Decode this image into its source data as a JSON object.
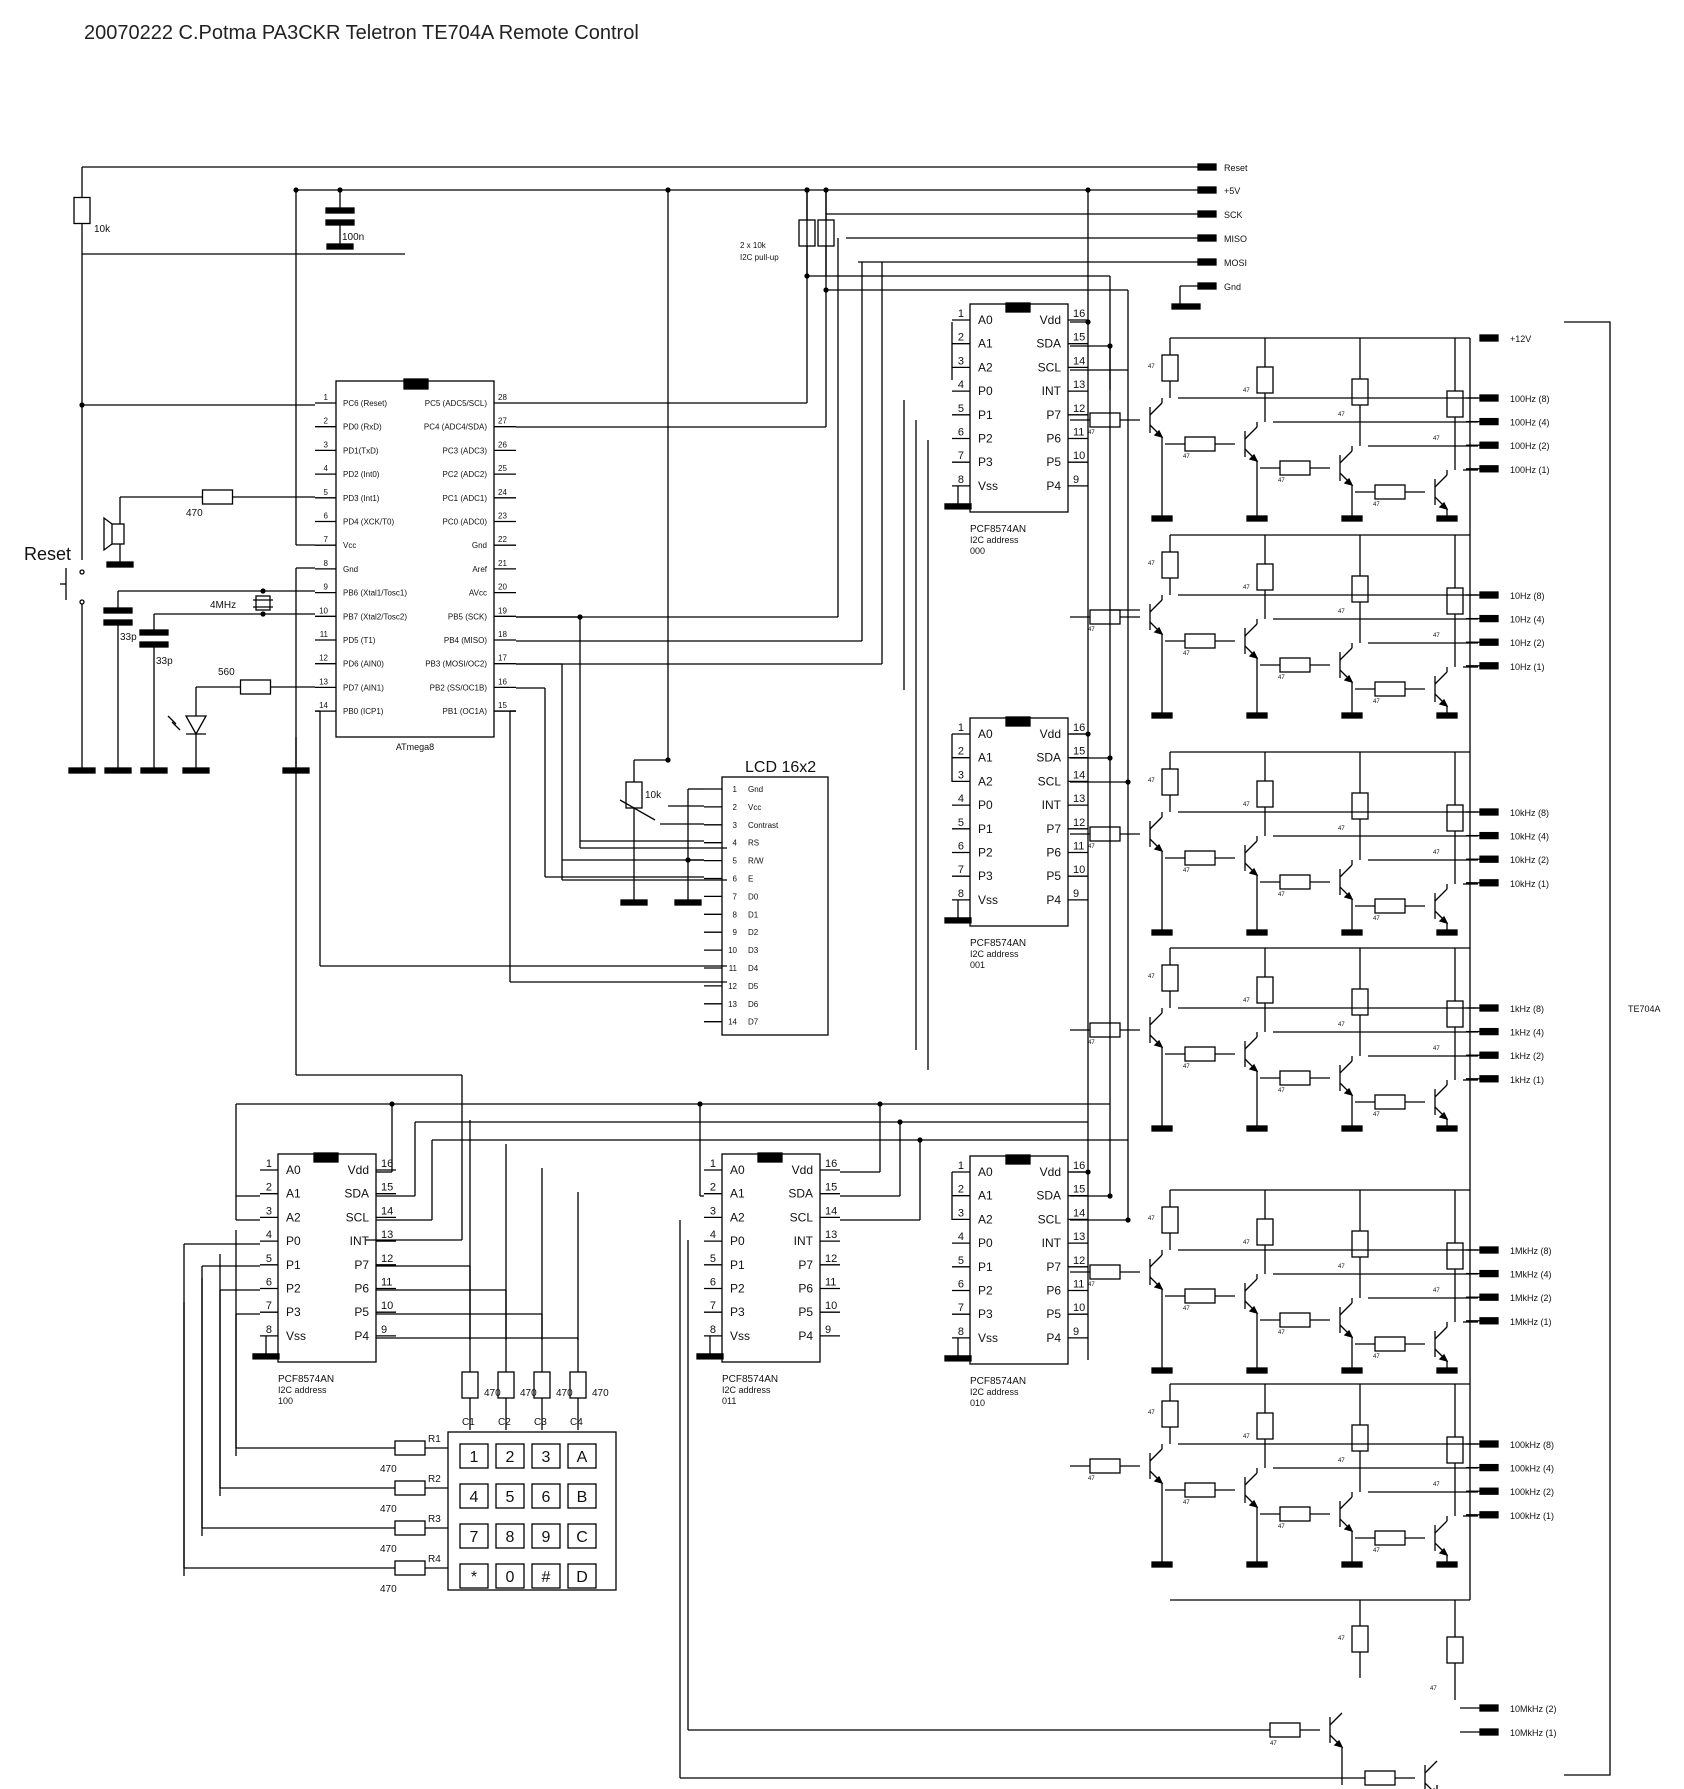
{
  "title": "20070222 C.Potma PA3CKR   Teletron TE704A Remote Control",
  "header_pins": [
    "Reset",
    "+5V",
    "SCK",
    "MISO",
    "MOSI",
    "Gnd"
  ],
  "pullup_label": [
    "2 x 10k",
    "I2C pull-up"
  ],
  "components": {
    "reset_resistor": "10k",
    "decoupling_cap": "100n",
    "buzzer_resistor": "470",
    "reset_button": "Reset",
    "crystal": "4MHz",
    "xtal_caps": [
      "33p",
      "33p"
    ],
    "led_resistor": "560",
    "contrast_pot": "10k"
  },
  "mcu": {
    "name": "ATmega8",
    "left": [
      {
        "n": "1",
        "l": "PC6 (Reset)"
      },
      {
        "n": "2",
        "l": "PD0 (RxD)"
      },
      {
        "n": "3",
        "l": "PD1(TxD)"
      },
      {
        "n": "4",
        "l": "PD2 (Int0)"
      },
      {
        "n": "5",
        "l": "PD3 (Int1)"
      },
      {
        "n": "6",
        "l": "PD4 (XCK/T0)"
      },
      {
        "n": "7",
        "l": "Vcc"
      },
      {
        "n": "8",
        "l": "Gnd"
      },
      {
        "n": "9",
        "l": "PB6 (Xtal1/Tosc1)"
      },
      {
        "n": "10",
        "l": "PB7 (Xtal2/Tosc2)"
      },
      {
        "n": "11",
        "l": "PD5 (T1)"
      },
      {
        "n": "12",
        "l": "PD6 (AIN0)"
      },
      {
        "n": "13",
        "l": "PD7 (AIN1)"
      },
      {
        "n": "14",
        "l": "PB0 (ICP1)"
      }
    ],
    "right": [
      {
        "n": "28",
        "l": "PC5 (ADC5/SCL)"
      },
      {
        "n": "27",
        "l": "PC4 (ADC4/SDA)"
      },
      {
        "n": "26",
        "l": "PC3 (ADC3)"
      },
      {
        "n": "25",
        "l": "PC2 (ADC2)"
      },
      {
        "n": "24",
        "l": "PC1 (ADC1)"
      },
      {
        "n": "23",
        "l": "PC0 (ADC0)"
      },
      {
        "n": "22",
        "l": "Gnd"
      },
      {
        "n": "21",
        "l": "Aref"
      },
      {
        "n": "20",
        "l": "AVcc"
      },
      {
        "n": "19",
        "l": "PB5 (SCK)"
      },
      {
        "n": "18",
        "l": "PB4 (MISO)"
      },
      {
        "n": "17",
        "l": "PB3 (MOSI/OC2)"
      },
      {
        "n": "16",
        "l": "PB2 (SS/OC1B)"
      },
      {
        "n": "15",
        "l": "PB1 (OC1A)"
      }
    ]
  },
  "lcd": {
    "title": "LCD 16x2",
    "pins": [
      {
        "n": "1",
        "l": "Gnd"
      },
      {
        "n": "2",
        "l": "Vcc"
      },
      {
        "n": "3",
        "l": "Contrast"
      },
      {
        "n": "4",
        "l": "RS"
      },
      {
        "n": "5",
        "l": "R/W"
      },
      {
        "n": "6",
        "l": "E"
      },
      {
        "n": "7",
        "l": "D0"
      },
      {
        "n": "8",
        "l": "D1"
      },
      {
        "n": "9",
        "l": "D2"
      },
      {
        "n": "10",
        "l": "D3"
      },
      {
        "n": "11",
        "l": "D4"
      },
      {
        "n": "12",
        "l": "D5"
      },
      {
        "n": "13",
        "l": "D6"
      },
      {
        "n": "14",
        "l": "D7"
      }
    ]
  },
  "pcf_pins": {
    "left": [
      {
        "n": "1",
        "l": "A0"
      },
      {
        "n": "2",
        "l": "A1"
      },
      {
        "n": "3",
        "l": "A2"
      },
      {
        "n": "4",
        "l": "P0"
      },
      {
        "n": "5",
        "l": "P1"
      },
      {
        "n": "6",
        "l": "P2"
      },
      {
        "n": "7",
        "l": "P3"
      },
      {
        "n": "8",
        "l": "Vss"
      }
    ],
    "right": [
      {
        "n": "16",
        "l": "Vdd"
      },
      {
        "n": "15",
        "l": "SDA"
      },
      {
        "n": "14",
        "l": "SCL"
      },
      {
        "n": "13",
        "l": "INT"
      },
      {
        "n": "12",
        "l": "P7"
      },
      {
        "n": "11",
        "l": "P6"
      },
      {
        "n": "10",
        "l": "P5"
      },
      {
        "n": "9",
        "l": "P4"
      }
    ]
  },
  "expanders": [
    {
      "name": "PCF8574AN",
      "line": "I2C address",
      "addr": "000"
    },
    {
      "name": "PCF8574AN",
      "line": "I2C address",
      "addr": "001"
    },
    {
      "name": "PCF8574AN",
      "line": "I2C address",
      "addr": "010"
    },
    {
      "name": "PCF8574AN",
      "line": "I2C address",
      "addr": "100"
    },
    {
      "name": "PCF8574AN",
      "line": "I2C address",
      "addr": "011"
    }
  ],
  "driver_resistor": "47",
  "supply_label": "+12V",
  "te704a_label": "TE704A",
  "outputs": [
    [
      "100Hz (8)",
      "100Hz (4)",
      "100Hz (2)",
      "100Hz (1)"
    ],
    [
      "10Hz (8)",
      "10Hz (4)",
      "10Hz (2)",
      "10Hz (1)"
    ],
    [
      "10kHz (8)",
      "10kHz (4)",
      "10kHz (2)",
      "10kHz (1)"
    ],
    [
      "1kHz (8)",
      "1kHz (4)",
      "1kHz (2)",
      "1kHz (1)"
    ],
    [
      "1MkHz (8)",
      "1MkHz (4)",
      "1MkHz (2)",
      "1MkHz (1)"
    ],
    [
      "100kHz (8)",
      "100kHz (4)",
      "100kHz (2)",
      "100kHz (1)"
    ],
    [
      "10MkHz (2)",
      "10MkHz (1)"
    ]
  ],
  "keypad": {
    "keys": [
      [
        "1",
        "2",
        "3",
        "A"
      ],
      [
        "4",
        "5",
        "6",
        "B"
      ],
      [
        "7",
        "8",
        "9",
        "C"
      ],
      [
        "*",
        "0",
        "#",
        "D"
      ]
    ],
    "cols": [
      "C1",
      "C2",
      "C3",
      "C4"
    ],
    "rows": [
      "R1",
      "R2",
      "R3",
      "R4"
    ],
    "col_res": "470",
    "row_res": "470"
  }
}
